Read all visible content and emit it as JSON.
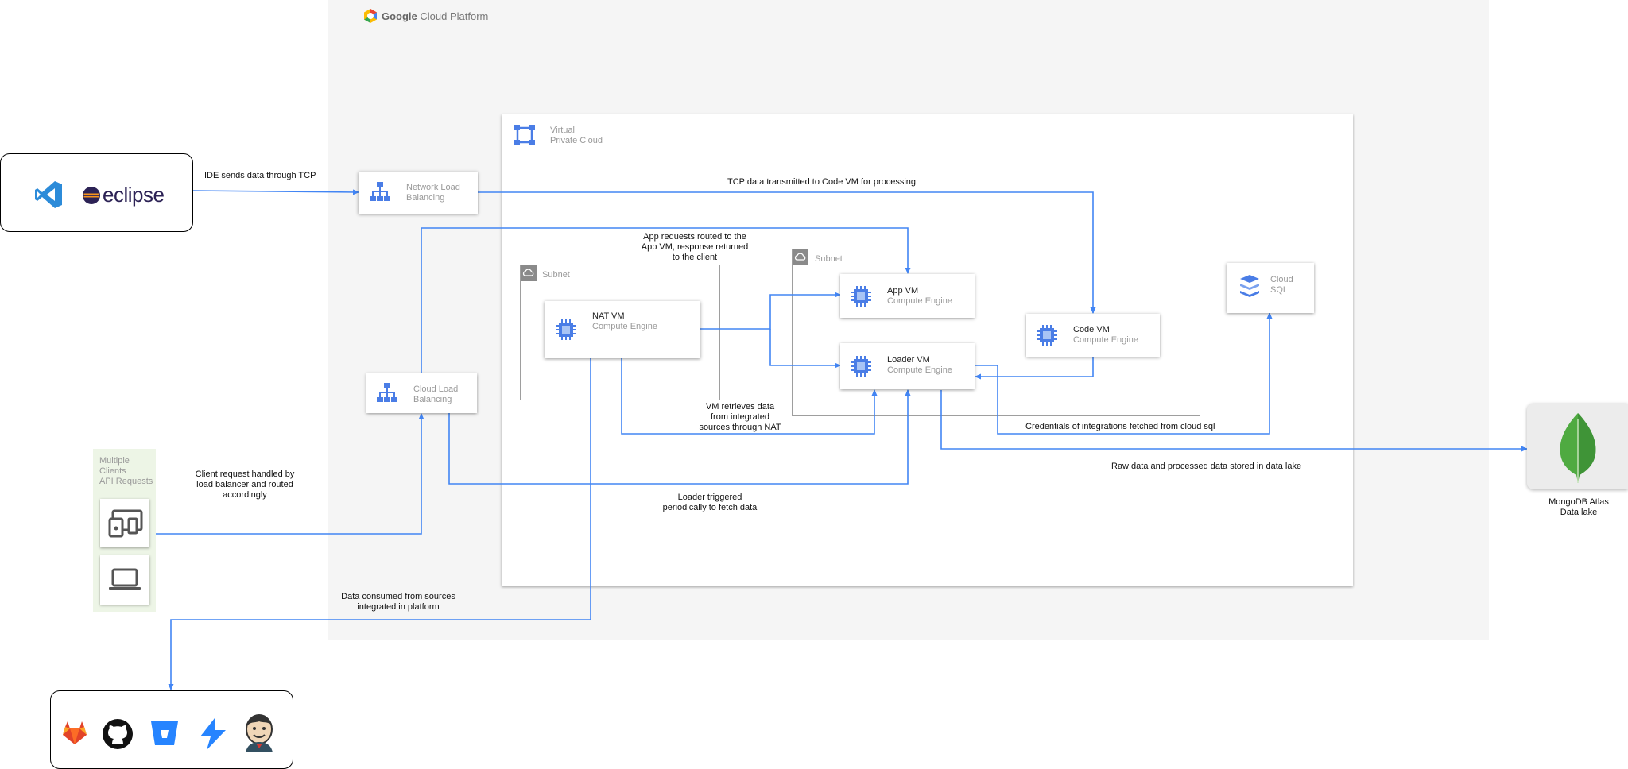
{
  "gcp": {
    "brand": "Google",
    "product": "Cloud Platform"
  },
  "vpc": {
    "line1": "Virtual",
    "line2": "Private Cloud"
  },
  "subnet_left": {
    "label": "Subnet"
  },
  "subnet_right": {
    "label": "Subnet"
  },
  "network_lb": {
    "line1": "Network Load",
    "line2": "Balancing"
  },
  "cloud_lb": {
    "line1": "Cloud Load",
    "line2": "Balancing"
  },
  "nat_vm": {
    "title": "NAT VM",
    "subtitle": "Compute Engine"
  },
  "app_vm": {
    "title": "App VM",
    "subtitle": "Compute Engine"
  },
  "loader_vm": {
    "title": "Loader VM",
    "subtitle": "Compute Engine"
  },
  "code_vm": {
    "title": "Code VM",
    "subtitle": "Compute Engine"
  },
  "cloud_sql": {
    "line1": "Cloud",
    "line2": "SQL"
  },
  "clients": {
    "line1": "Multiple",
    "line2": "Clients",
    "line3": "API Requests"
  },
  "mongo": {
    "line1": "MongoDB Atlas",
    "line2": "Data lake"
  },
  "notes": {
    "ide": "IDE sends data through TCP",
    "tcp": "TCP data transmitted to Code VM for processing",
    "app_req": [
      "App requests routed to the",
      "App VM, response returned",
      "to the client"
    ],
    "client_req": [
      "Client request handled by",
      "load balancer and routed",
      "accordingly"
    ],
    "vm_retrieves": [
      "VM retrieves data",
      "from integrated",
      "sources through NAT"
    ],
    "credentials": "Credentials of integrations fetched from cloud sql",
    "raw_data": "Raw data and processed data stored in data lake",
    "loader": [
      "Loader triggered",
      "periodically to fetch data"
    ],
    "consumed": [
      "Data consumed from sources",
      "integrated in platform"
    ]
  },
  "ide_tools": {
    "eclipse_word": "eclipse"
  },
  "icons": {
    "vscode": "vscode-icon",
    "eclipse": "eclipse-logo-icon",
    "gitlab": "gitlab-icon",
    "github": "github-icon",
    "bitbucket": "bitbucket-icon",
    "jira": "jira-icon",
    "jenkins": "jenkins-icon",
    "mongodb": "mongodb-leaf-icon",
    "compute": "compute-engine-chip-icon",
    "lb": "load-balancing-icon",
    "sql": "cloud-sql-icon",
    "vpc": "vpc-icon",
    "subnet": "subnet-cloud-icon",
    "gcp": "gcp-hexagon-icon",
    "devices": "devices-icon",
    "laptop": "laptop-icon"
  },
  "colors": {
    "wire": "#4285f4",
    "icon_blue": "#4a7de6",
    "card_text": "#999999"
  }
}
